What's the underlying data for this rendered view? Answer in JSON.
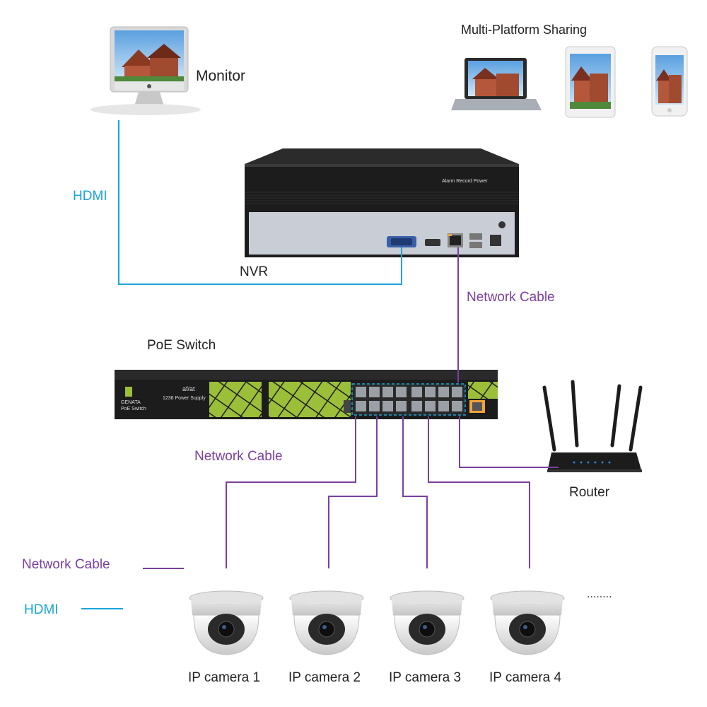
{
  "labels": {
    "monitor": "Monitor",
    "multi_platform": "Multi-Platform Sharing",
    "hdmi_link": "HDMI",
    "nvr": "NVR",
    "network_cable_top": "Network Cable",
    "poe_switch": "PoE Switch",
    "network_cable_mid": "Network Cable",
    "router": "Router",
    "legend_network": "Network Cable",
    "legend_hdmi": "HDMI",
    "more": "........"
  },
  "nvr_panel": {
    "status_text": "Alarm Record Power"
  },
  "switch_panel": {
    "brand": "GENATA",
    "model": "af/at",
    "power": "1236 Power Supply",
    "name": "PoE Switch"
  },
  "cameras": [
    "IP camera 1",
    "IP camera 2",
    "IP camera 3",
    "IP camera 4"
  ],
  "colors": {
    "hdmi": "#1aa6d9",
    "network": "#7b3fa0",
    "device": "#1c1c1c",
    "switch_accent": "#9cbf3a"
  }
}
